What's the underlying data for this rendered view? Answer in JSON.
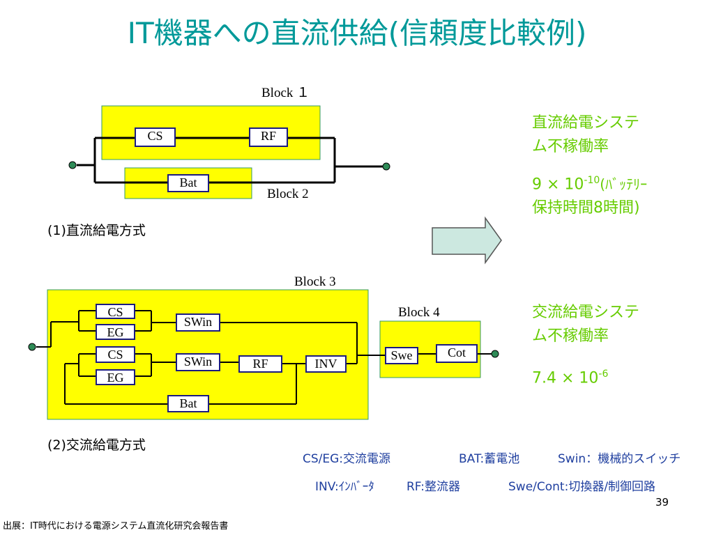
{
  "title": "IT機器への直流供給(信頼度比較例)",
  "diagram": {
    "block1_label": "Block １",
    "block2_label": "Block 2",
    "block3_label": "Block 3",
    "block4_label": "Block 4",
    "dc": {
      "cs": "CS",
      "rf": "RF",
      "bat": "Bat"
    },
    "ac": {
      "cs1": "CS",
      "eg1": "EG",
      "cs2": "CS",
      "eg2": "EG",
      "swin1": "SWin",
      "swin2": "SWin",
      "rf": "RF",
      "inv": "INV",
      "bat": "Bat",
      "swe": "Swe",
      "cot": "Cot"
    },
    "caption_dc": "(1)直流給電方式",
    "caption_ac": "(2)交流給電方式"
  },
  "results": {
    "dc_label_line1": "直流給電システ",
    "dc_label_line2": "ム不稼働率",
    "dc_value_base": "9 × 10",
    "dc_value_exp": "-10",
    "dc_value_note1": "(ﾊﾞｯﾃﾘｰ",
    "dc_value_note2": "保持時間8時間)",
    "ac_label_line1": "交流給電システ",
    "ac_label_line2": "ム不稼働率",
    "ac_value_base": "7.4 × 10",
    "ac_value_exp": "-6"
  },
  "legend": {
    "line1a": "CS/EG:交流電源",
    "line1b": "BAT:蓄電池",
    "line1c": "Swin：機械的スイッチ",
    "line2a": "INV:ｲﾝﾊﾞｰﾀ",
    "line2b": "RF:整流器",
    "line2c": "Swe/Cont:切換器/制御回路"
  },
  "page_number": "39",
  "source": "出展：IT時代における電源システム直流化研究会報告書",
  "colors": {
    "title": "#009999",
    "results": "#66cc00",
    "legend": "#1f3f9f",
    "block_fill": "#ffff00",
    "arrow_fill": "#cce8e0"
  }
}
